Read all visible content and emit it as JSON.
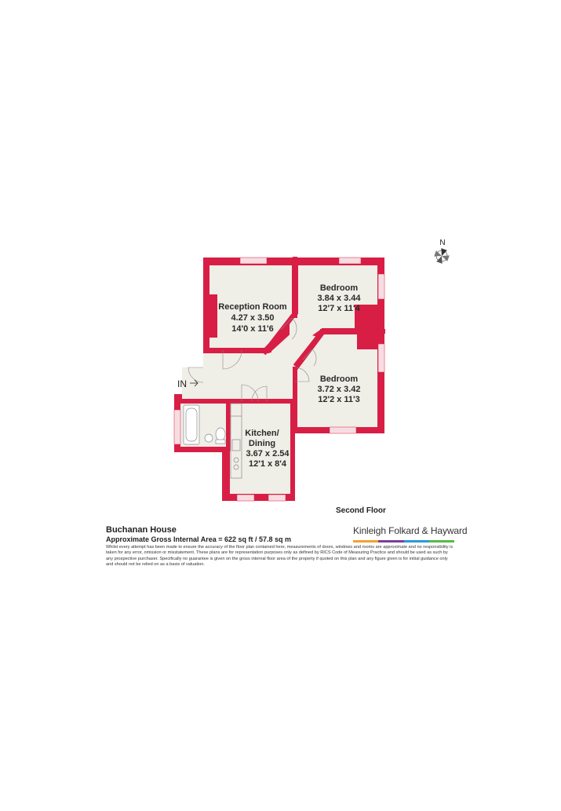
{
  "floor_label": "Second Floor",
  "entrance_label": "IN",
  "north_label": "N",
  "rooms": [
    {
      "name": "Reception Room",
      "metric": "4.27 x 3.50",
      "imperial": "14'0 x 11'6"
    },
    {
      "name": "Bedroom",
      "metric": "3.84 x 3.44",
      "imperial": "12'7 x 11'4"
    },
    {
      "name": "Bedroom",
      "metric": "3.72 x 3.42",
      "imperial": "12'2 x 11'3"
    },
    {
      "name_line1": "Kitchen/",
      "name_line2": "Dining",
      "metric": "3.67 x 2.54",
      "imperial": "12'1 x 8'4"
    }
  ],
  "footer": {
    "title": "Buchanan House",
    "area": "Approximate Gross Internal Area = 622 sq ft / 57.8 sq m",
    "disclaimer": "Whilst every attempt has been made to ensure the accuracy of the floor plan contained here, measurements of doors, windows and rooms are approximate and no responsibility is taken for any error, omission or misstatement. These plans are for representation purposes only as defined by RICS Code of Measuring Practice and should be used as such by any prospective purchaser. Specifically no guarantee is given on the gross internal floor area of the property if quoted on this plan and any figure given is for initial guidance only and should not be relied on as a basis of valuation.",
    "brand": "Kinleigh Folkard & Hayward"
  },
  "colors": {
    "wall": "#d81e45",
    "floor": "#efeee7",
    "window": "#f7dde1",
    "brand_stripes": [
      "#f2a330",
      "#7a3f97",
      "#2a9ad6",
      "#58b947"
    ]
  }
}
